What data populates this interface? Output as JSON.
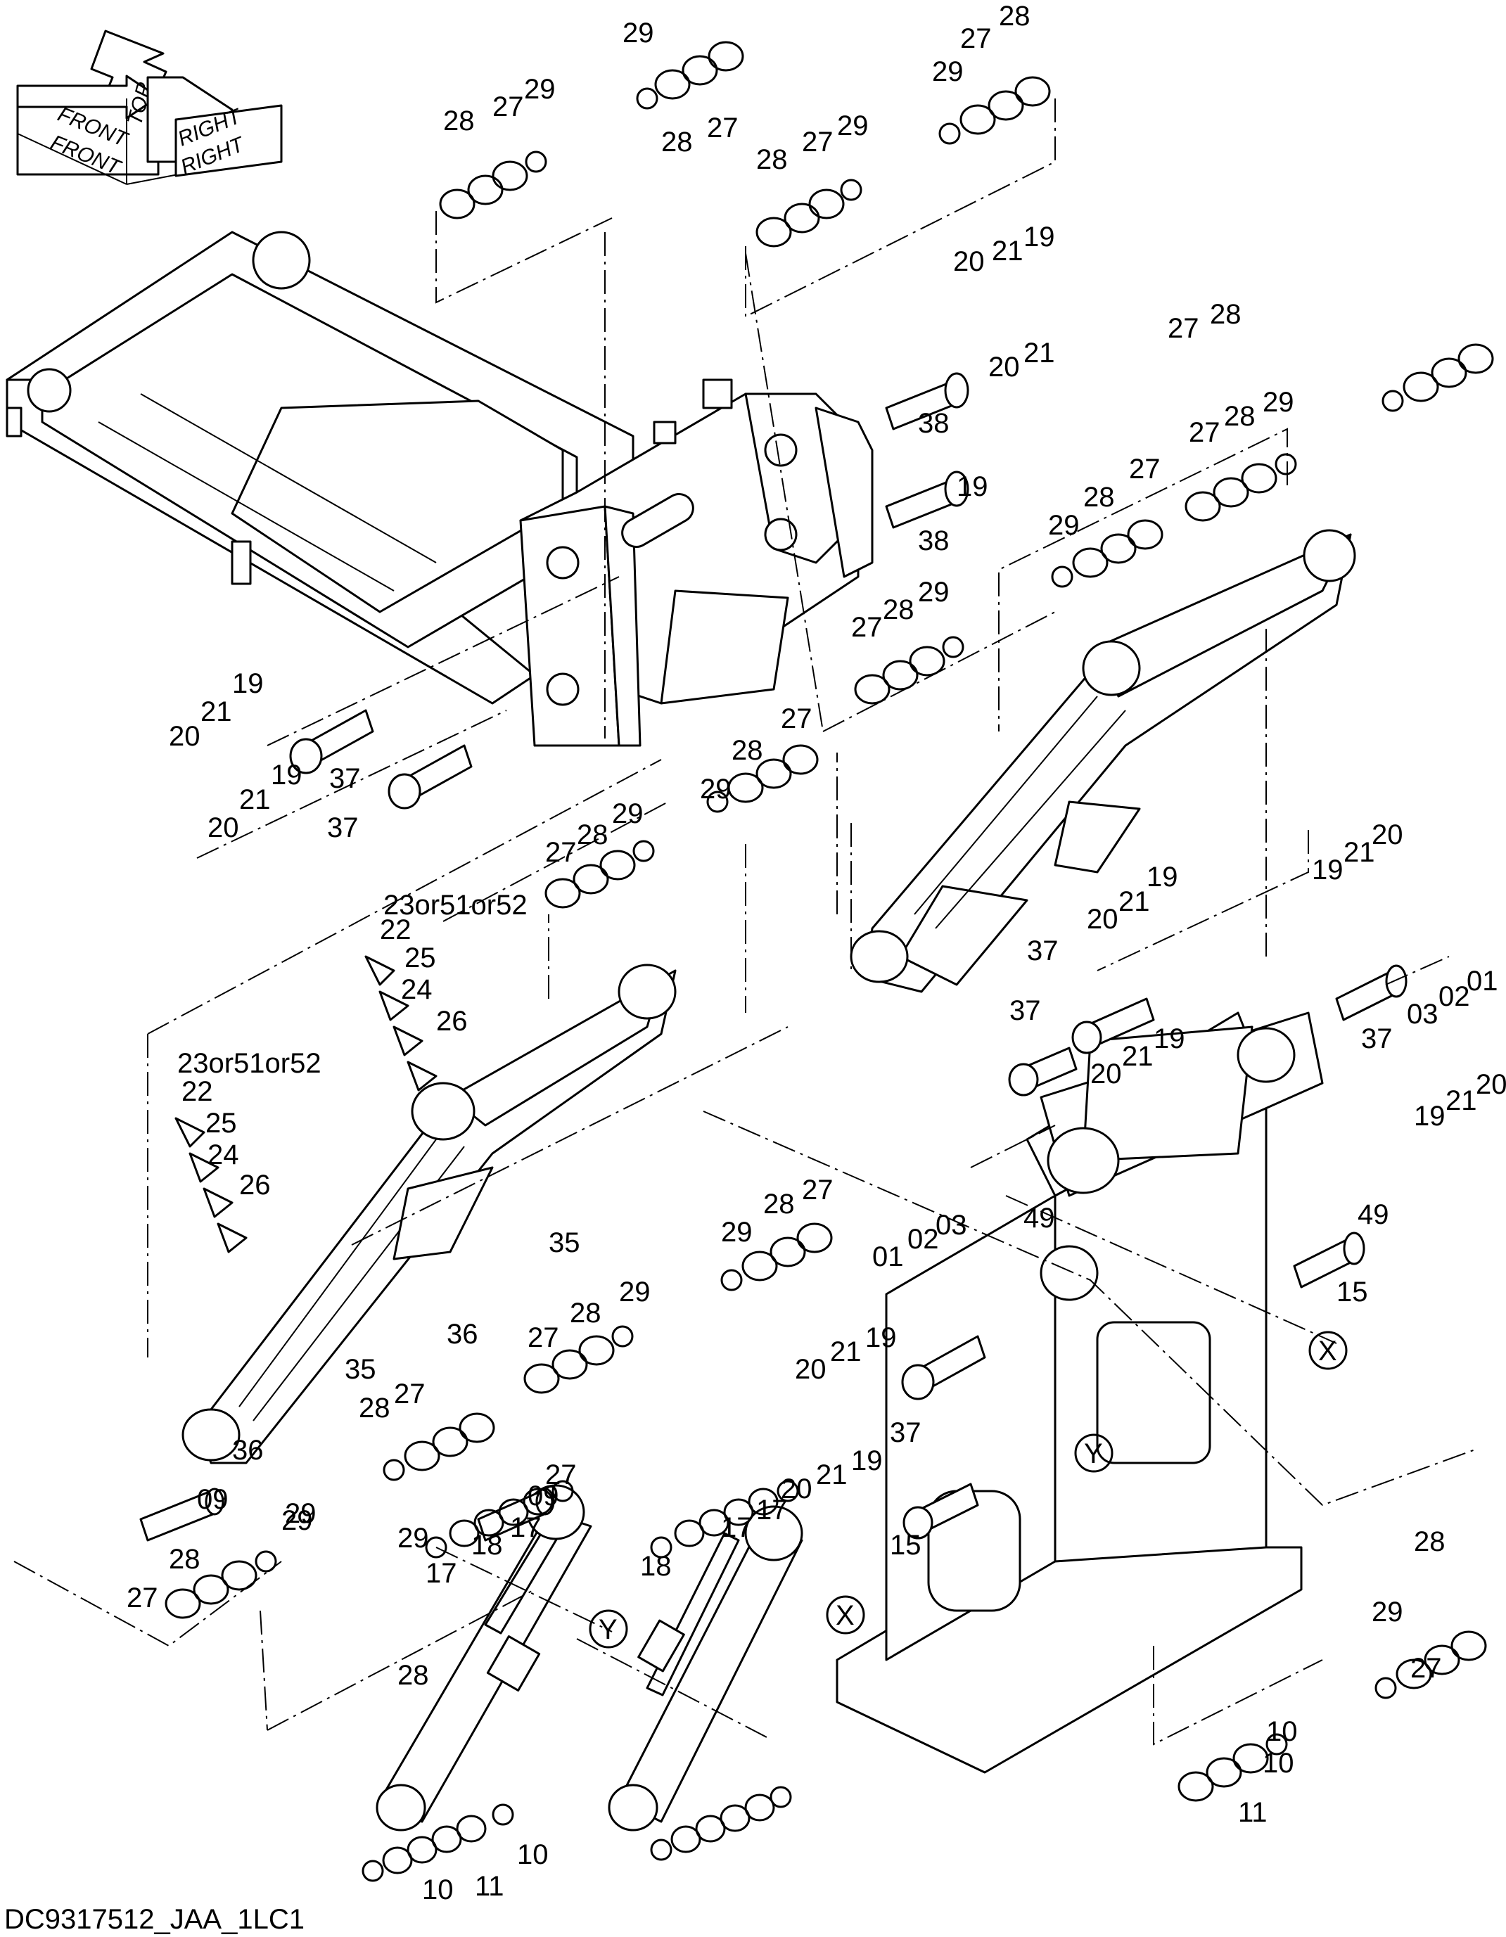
{
  "drawing_code": "DC9317512_JAA_1LC1",
  "orientation": {
    "top": "TOP",
    "front_upper": "FRONT",
    "front_lower": "FRONT",
    "right_upper": "RIGHT",
    "right_lower": "RIGHT"
  },
  "view_markers": {
    "x": "X",
    "y": "Y"
  },
  "callouts": [
    {
      "text": "28"
    },
    {
      "text": "27"
    },
    {
      "text": "29"
    },
    {
      "text": "29"
    },
    {
      "text": "28"
    },
    {
      "text": "27"
    },
    {
      "text": "27"
    },
    {
      "text": "28"
    },
    {
      "text": "28"
    },
    {
      "text": "27"
    },
    {
      "text": "29"
    },
    {
      "text": "29"
    },
    {
      "text": "27"
    },
    {
      "text": "28"
    },
    {
      "text": "20"
    },
    {
      "text": "21"
    },
    {
      "text": "19"
    },
    {
      "text": "20"
    },
    {
      "text": "21"
    },
    {
      "text": "19"
    },
    {
      "text": "38"
    },
    {
      "text": "38"
    },
    {
      "text": "27"
    },
    {
      "text": "28"
    },
    {
      "text": "29"
    },
    {
      "text": "29"
    },
    {
      "text": "28"
    },
    {
      "text": "27"
    },
    {
      "text": "27"
    },
    {
      "text": "28"
    },
    {
      "text": "29"
    },
    {
      "text": "20"
    },
    {
      "text": "21"
    },
    {
      "text": "19"
    },
    {
      "text": "37"
    },
    {
      "text": "20"
    },
    {
      "text": "21"
    },
    {
      "text": "19"
    },
    {
      "text": "37"
    },
    {
      "text": "29"
    },
    {
      "text": "28"
    },
    {
      "text": "27"
    },
    {
      "text": "27"
    },
    {
      "text": "28"
    },
    {
      "text": "29"
    },
    {
      "text": "23or51or52"
    },
    {
      "text": "22"
    },
    {
      "text": "25"
    },
    {
      "text": "24"
    },
    {
      "text": "26"
    },
    {
      "text": "23or51or52"
    },
    {
      "text": "22"
    },
    {
      "text": "25"
    },
    {
      "text": "24"
    },
    {
      "text": "26"
    },
    {
      "text": "19"
    },
    {
      "text": "21"
    },
    {
      "text": "20"
    },
    {
      "text": "20"
    },
    {
      "text": "21"
    },
    {
      "text": "19"
    },
    {
      "text": "37"
    },
    {
      "text": "37"
    },
    {
      "text": "37"
    },
    {
      "text": "01"
    },
    {
      "text": "02"
    },
    {
      "text": "03"
    },
    {
      "text": "20"
    },
    {
      "text": "21"
    },
    {
      "text": "19"
    },
    {
      "text": "49"
    },
    {
      "text": "49"
    },
    {
      "text": "19"
    },
    {
      "text": "21"
    },
    {
      "text": "20"
    },
    {
      "text": "29"
    },
    {
      "text": "28"
    },
    {
      "text": "27"
    },
    {
      "text": "01"
    },
    {
      "text": "02"
    },
    {
      "text": "03"
    },
    {
      "text": "35"
    },
    {
      "text": "35"
    },
    {
      "text": "28"
    },
    {
      "text": "29"
    },
    {
      "text": "27"
    },
    {
      "text": "36"
    },
    {
      "text": "36"
    },
    {
      "text": "15"
    },
    {
      "text": "20"
    },
    {
      "text": "21"
    },
    {
      "text": "19"
    },
    {
      "text": "37"
    },
    {
      "text": "28"
    },
    {
      "text": "27"
    },
    {
      "text": "09"
    },
    {
      "text": "09"
    },
    {
      "text": "29"
    },
    {
      "text": "20"
    },
    {
      "text": "21"
    },
    {
      "text": "19"
    },
    {
      "text": "15"
    },
    {
      "text": "28"
    },
    {
      "text": "27"
    },
    {
      "text": "29"
    },
    {
      "text": "18"
    },
    {
      "text": "17"
    },
    {
      "text": "17"
    },
    {
      "text": "18"
    },
    {
      "text": "17"
    },
    {
      "text": "17"
    },
    {
      "text": "28"
    },
    {
      "text": "29"
    },
    {
      "text": "27"
    },
    {
      "text": "29"
    },
    {
      "text": "27"
    },
    {
      "text": "28"
    },
    {
      "text": "10"
    },
    {
      "text": "11"
    },
    {
      "text": "10"
    },
    {
      "text": "10"
    },
    {
      "text": "11"
    },
    {
      "text": "10"
    }
  ]
}
